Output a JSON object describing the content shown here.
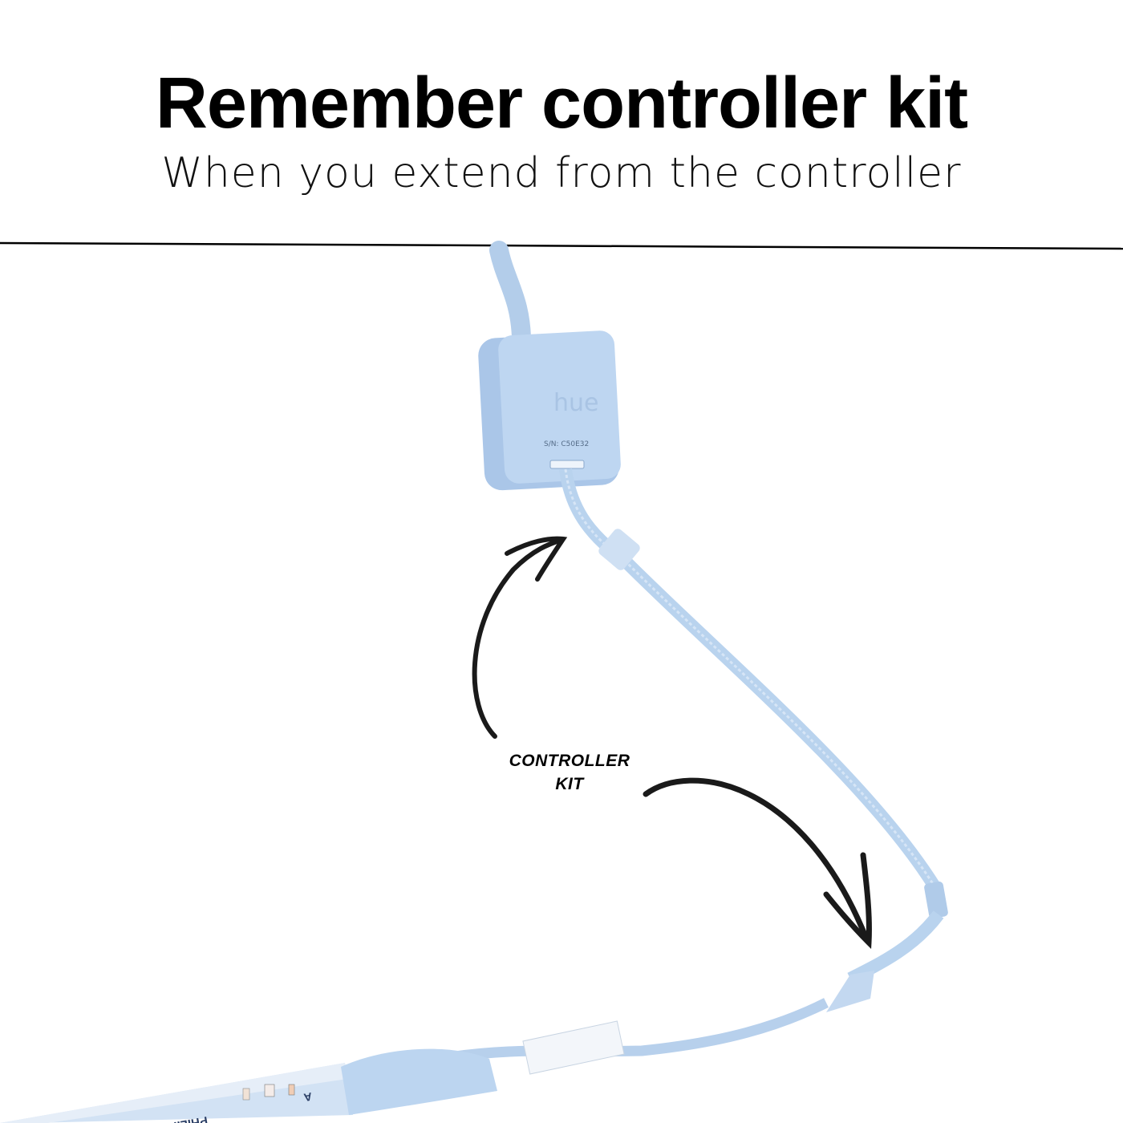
{
  "header": {
    "title": "Remember controller kit",
    "subtitle": "When you extend from the controller"
  },
  "annotation": {
    "line1": "CONTROLLER",
    "line2": "KIT"
  },
  "device": {
    "serial": "S/N: C50E32",
    "brand_logo": "hue",
    "strip_brand": "PHILIPS",
    "strip_marker": "A"
  },
  "colors": {
    "cable": "#b9d3ee",
    "cable_shadow": "#9dbde0",
    "ink": "#1a1a1a"
  }
}
